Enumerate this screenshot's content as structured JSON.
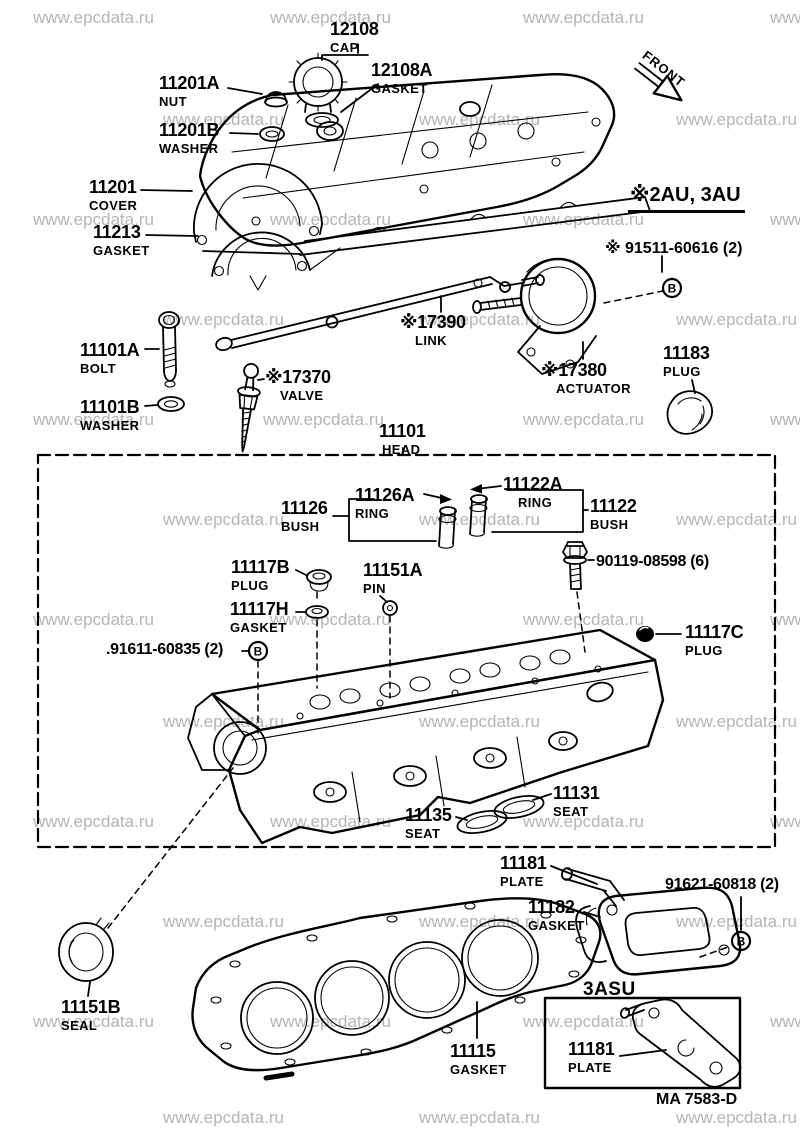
{
  "watermark": {
    "text": "www.epcdata.ru",
    "color": "#b5b5b5"
  },
  "notes": {
    "front_arrow": "FRONT",
    "variant": "※2AU, 3AU",
    "fastener_note": "※ 91511-60616 (2)",
    "sub_assembly": "3ASU",
    "doc_code": "MA 7583-D",
    "circled_fastener": "B"
  },
  "parts": [
    {
      "number": "12108",
      "caption": "CAP"
    },
    {
      "number": "12108A",
      "caption": "GASKET"
    },
    {
      "number": "11201A",
      "caption": "NUT"
    },
    {
      "number": "11201B",
      "caption": "WASHER"
    },
    {
      "number": "11201",
      "caption": "COVER"
    },
    {
      "number": "11213",
      "caption": "GASKET"
    },
    {
      "number": "11101A",
      "caption": "BOLT"
    },
    {
      "number": "11101B",
      "caption": "WASHER"
    },
    {
      "number": "※17370",
      "caption": "VALVE"
    },
    {
      "number": "※17390",
      "caption": "LINK"
    },
    {
      "number": "※17380",
      "caption": "ACTUATOR"
    },
    {
      "number": "11183",
      "caption": "PLUG"
    },
    {
      "number": "11101",
      "caption": "HEAD"
    },
    {
      "number": "11126A",
      "caption": "RING"
    },
    {
      "number": "11122A",
      "caption": "RING"
    },
    {
      "number": "11126",
      "caption": "BUSH"
    },
    {
      "number": "11122",
      "caption": "BUSH"
    },
    {
      "number": "11117B",
      "caption": "PLUG"
    },
    {
      "number": "11151A",
      "caption": "PIN"
    },
    {
      "number": "90119-08598 (6)",
      "caption": ""
    },
    {
      "number": "11117H",
      "caption": "GASKET"
    },
    {
      "number": ".91611-60835 (2)",
      "caption": ""
    },
    {
      "number": "11117C",
      "caption": "PLUG"
    },
    {
      "number": "11131",
      "caption": "SEAT"
    },
    {
      "number": "11135",
      "caption": "SEAT"
    },
    {
      "number": "11181",
      "caption": "PLATE"
    },
    {
      "number": "91621-60818 (2)",
      "caption": ""
    },
    {
      "number": "11182",
      "caption": "GASKET"
    },
    {
      "number": "11151B",
      "caption": "SEAL"
    },
    {
      "number": "11115",
      "caption": "GASKET"
    },
    {
      "number": "11181",
      "caption": "PLATE"
    }
  ]
}
